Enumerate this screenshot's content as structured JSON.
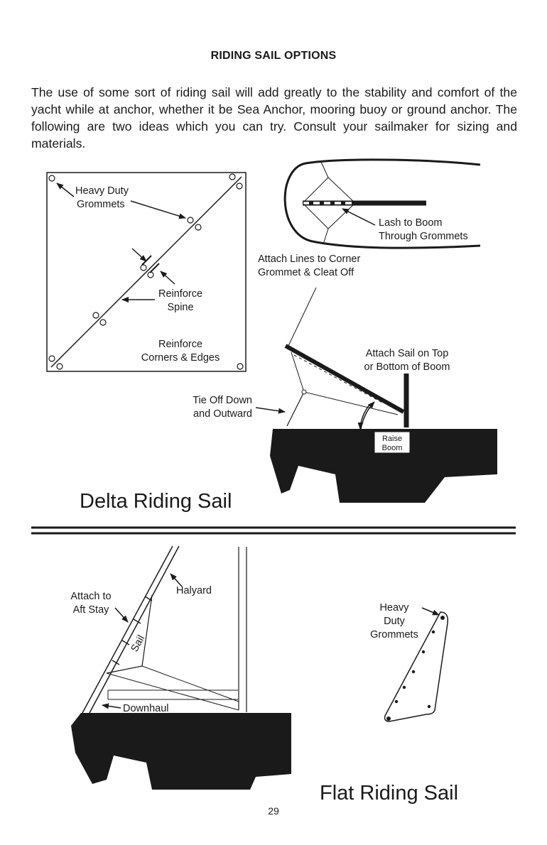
{
  "page": {
    "title": "RIDING SAIL OPTIONS",
    "intro": "The use of some sort of riding sail  will add greatly to the stability and comfort of the yacht while at anchor, whether it be Sea Anchor, mooring buoy or ground anchor. The following are two ideas which you can try.  Consult your sailmaker for sizing and materials.",
    "page_number": "29"
  },
  "delta": {
    "heading": "Delta Riding Sail",
    "labels": {
      "heavy_duty_1": "Heavy Duty",
      "heavy_duty_2": "Grommets",
      "reinforce_spine_1": "Reinforce",
      "reinforce_spine_2": "Spine",
      "reinforce_corners_1": "Reinforce",
      "reinforce_corners_2": "Corners & Edges",
      "lash_1": "Lash to Boom",
      "lash_2": "Through Grommets",
      "attach_lines_1": "Attach Lines to Corner",
      "attach_lines_2": "Grommet & Cleat Off",
      "attach_sail_1": "Attach Sail on Top",
      "attach_sail_2": "or Bottom of Boom",
      "tie_off_1": "Tie Off Down",
      "tie_off_2": "and Outward",
      "raise_1": "Raise",
      "raise_2": "Boom"
    }
  },
  "flat": {
    "heading": "Flat Riding Sail",
    "labels": {
      "attach_aft_1": "Attach to",
      "attach_aft_2": "Aft Stay",
      "halyard": "Halyard",
      "sail": "Sail",
      "downhaul": "Downhaul",
      "heavy_1": "Heavy",
      "heavy_2": "Duty",
      "heavy_3": "Grommets"
    }
  },
  "colors": {
    "ink": "#1a1a1a",
    "paper": "#ffffff"
  }
}
